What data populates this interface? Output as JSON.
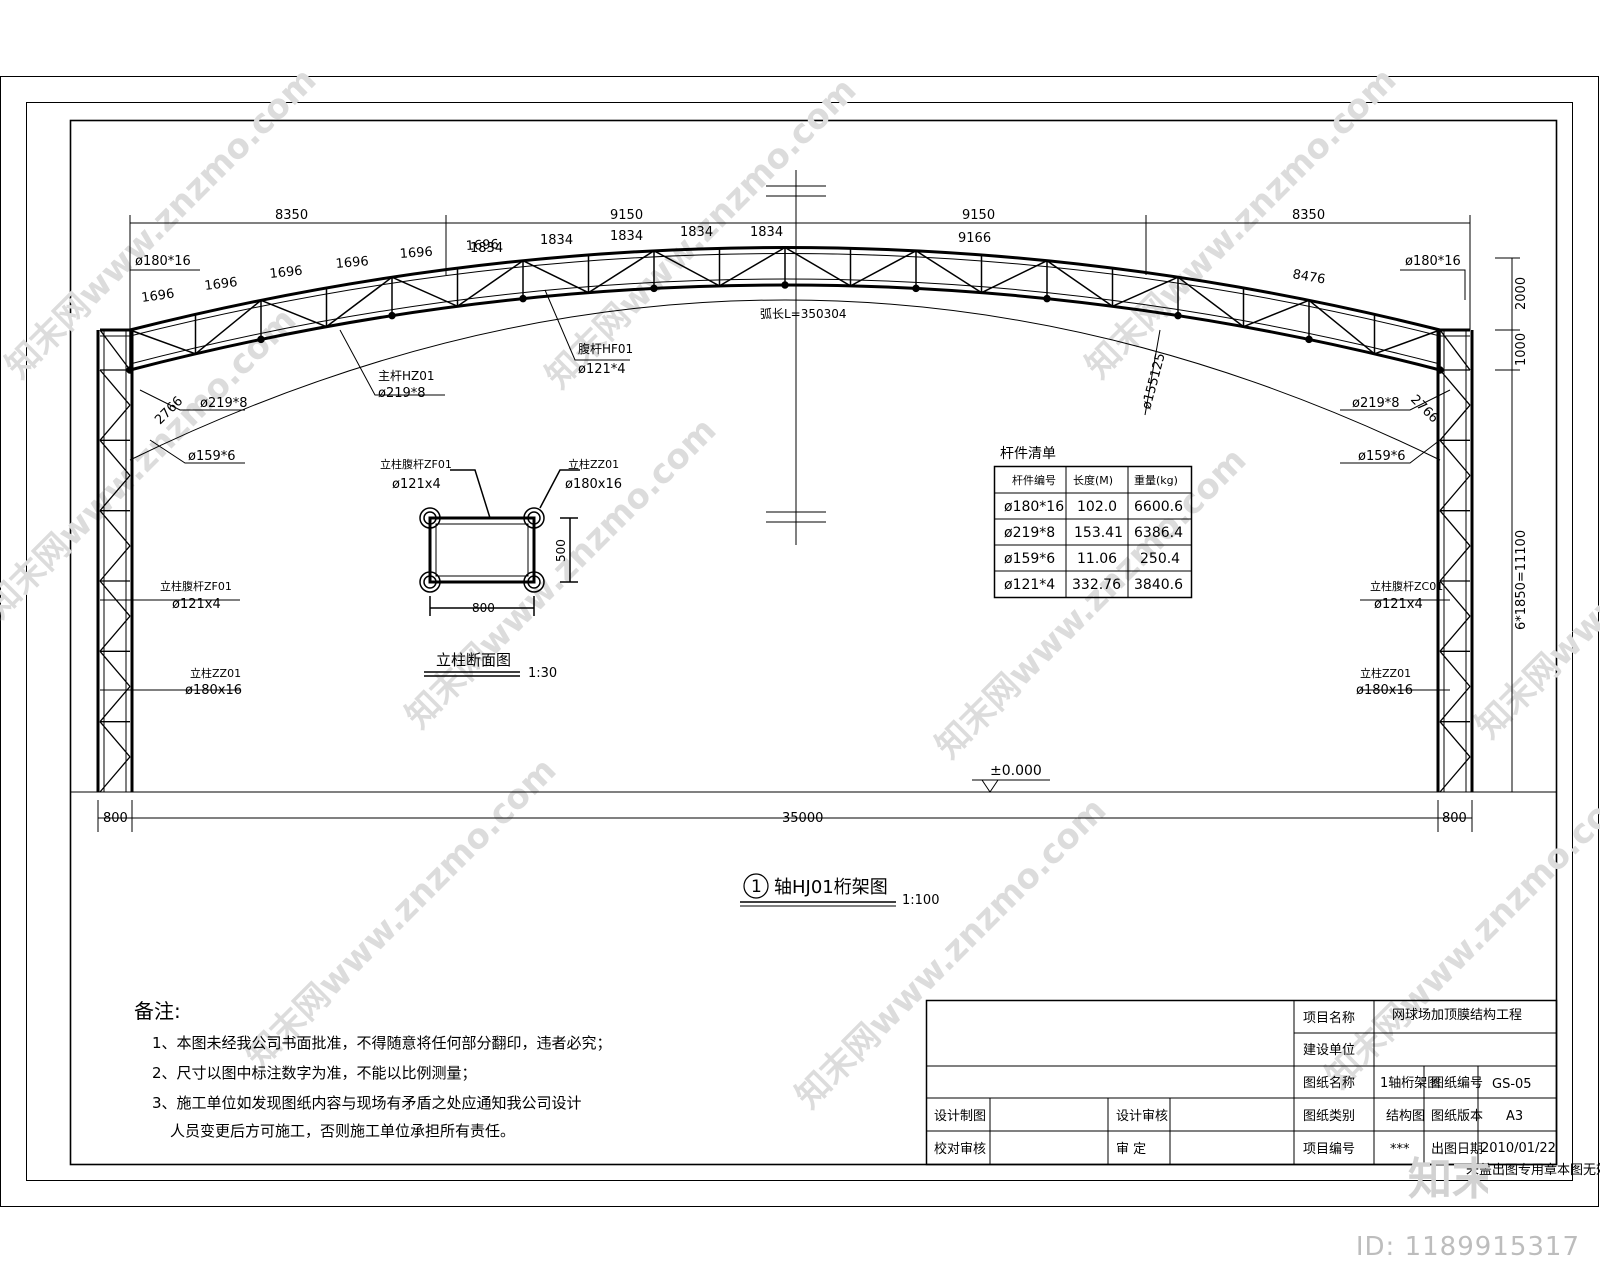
{
  "watermark": {
    "text": "知末网www.znzmo.com",
    "brand": "知末"
  },
  "footer": {
    "id_label": "ID: 1189915317"
  },
  "truss": {
    "top_dims": [
      "8350",
      "9150",
      "9150",
      "8350"
    ],
    "left_segments": [
      "1696",
      "1696",
      "1696",
      "1696",
      "1696",
      "1696"
    ],
    "mid_segments": [
      "1834",
      "1834",
      "1834",
      "1834",
      "1834"
    ],
    "right_arc_1": "9166",
    "right_arc_2": "8476",
    "arc_length": "弧长L=350304",
    "radius": "ø155125",
    "pipe_180_left": "ø180*16",
    "pipe_180_right": "ø180*16",
    "pipe_219_left": "ø219*8",
    "pipe_219_right": "ø219*8",
    "pipe_159_left": "ø159*6",
    "pipe_159_right": "ø159*6",
    "dim_2766_left": "2766",
    "dim_2766_right": "2766",
    "chord_label": "主杆HZ01",
    "chord_size": "ø219*8",
    "web_label": "腹杆HF01",
    "web_size": "ø121*4"
  },
  "columns": {
    "left_web_label": "立柱腹杆ZF01",
    "left_web_size": "ø121x4",
    "left_col_label": "立柱ZZ01",
    "left_col_size": "ø180x16",
    "right_web_label": "立柱腹杆ZC01",
    "right_web_size": "ø121x4",
    "right_col_label": "立柱ZZ01",
    "right_col_size": "ø180x16",
    "dim_2000": "2000",
    "dim_1000": "1000",
    "dim_height": "6*1850=11100"
  },
  "base": {
    "dim_left": "800",
    "dim_span": "35000",
    "dim_right": "800",
    "elevation": "±0.000"
  },
  "section": {
    "web_label": "立柱腹杆ZF01",
    "web_size": "ø121x4",
    "col_label": "立柱ZZ01",
    "col_size": "ø180x16",
    "dim_height": "500",
    "dim_width": "800",
    "title": "立柱断面图",
    "scale": "1:30"
  },
  "member_table": {
    "title": "杆件清单",
    "headers": [
      "杆件编号",
      "长度(M)",
      "重量(kg)"
    ],
    "rows": [
      [
        "ø180*16",
        "102.0",
        "6600.6"
      ],
      [
        "ø219*8",
        "153.41",
        "6386.4"
      ],
      [
        "ø159*6",
        "11.06",
        "250.4"
      ],
      [
        "ø121*4",
        "332.76",
        "3840.6"
      ]
    ]
  },
  "main_title": {
    "number": "1",
    "text": "轴HJ01桁架图",
    "scale": "1:100"
  },
  "notes": {
    "heading": "备注:",
    "items": [
      "1、本图未经我公司书面批准，不得随意将任何部分翻印，违者必究；",
      "2、尺寸以图中标注数字为准，不能以比例测量；",
      "3、施工单位如发现图纸内容与现场有矛盾之处应通知我公司设计",
      "人员变更后方可施工，否则施工单位承担所有责任。"
    ]
  },
  "title_block": {
    "project_name_label": "项目名称",
    "project_name": "网球场加顶膜结构工程",
    "client_label": "建设单位",
    "client": "",
    "drawing_name_label": "图纸名称",
    "drawing_name": "1轴桁架图",
    "drawing_no_label": "图纸编号",
    "drawing_no": "GS-05",
    "drafter_label": "设计制图",
    "design_review_label": "设计审核",
    "drawing_type_label": "图纸类别",
    "drawing_type": "结构图",
    "drawing_version_label": "图纸版本",
    "drawing_version": "A3",
    "checker_label": "校对审核",
    "approve_label": "审  定",
    "project_no_label": "项目编号",
    "project_no": "***",
    "issue_date_label": "出图日期",
    "issue_date": "2010/01/22",
    "stamp_note": "未盖出图专用章本图无效"
  }
}
